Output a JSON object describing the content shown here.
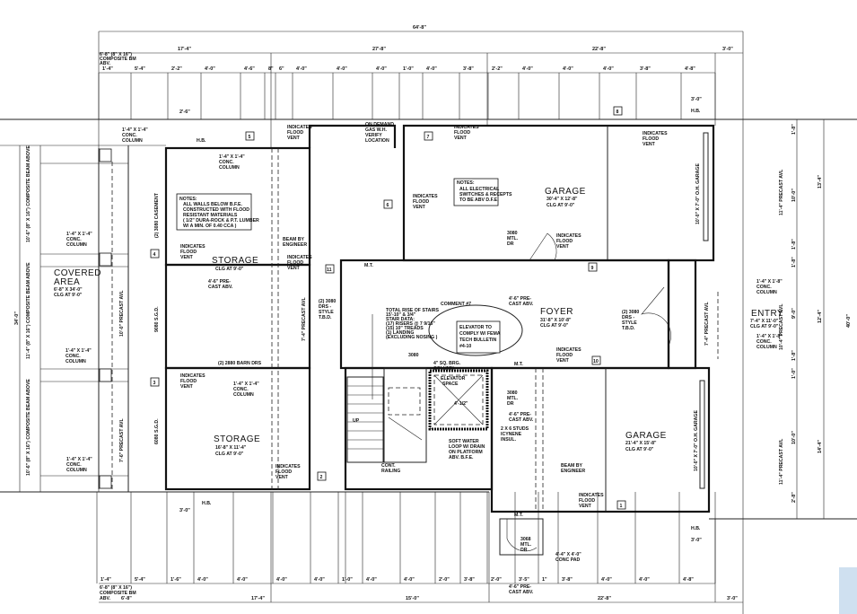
{
  "rooms": {
    "storage_top": {
      "name": "STORAGE",
      "clg": "CLG AT 9'-0\""
    },
    "storage_bottom": {
      "name": "STORAGE",
      "size": "16'-8\" X 11'-4\"",
      "clg": "CLG AT 9'-0\""
    },
    "covered_area": {
      "name1": "COVERED",
      "name2": "AREA",
      "size": "6'-8\" X 34'-0\"",
      "clg": "CLG AT 9'-0\""
    },
    "garage_top": {
      "name": "GARAGE",
      "size": "30'-4\" X 12'-8\"",
      "clg": "CLG AT 9'-0\""
    },
    "garage_bottom": {
      "name": "GARAGE",
      "size": "21'-4\" X 15'-8\"",
      "clg": "CLG AT 9'-0\""
    },
    "foyer": {
      "name": "FOYER",
      "size": "31'-8\" X 10'-8\"",
      "clg": "CLG AT 9'-0\""
    },
    "entry": {
      "name": "ENTRY",
      "size": "7'-4\" X 11'-0\"",
      "clg": "CLG AT 9'-0\""
    }
  },
  "notes": {
    "walls": [
      "NOTES:",
      "ALL WALLS BELOW B.F.E.",
      "CONSTRUCTED WITH FLOOD",
      "RESISTANT MATERIALS",
      "( 1/2\" DURA-ROCK & P.T. LUMBER",
      "W/ A MIN. OF 0.40 CCA )"
    ],
    "electrical": [
      "NOTES:",
      "ALL ELECTRICAL",
      "SWITCHES & RECEPTS",
      "TO BE ABV D.F.E."
    ],
    "comment_label": "COMMENT #7",
    "comment": [
      "ELEVATOR TO",
      "COMPLY W/ FEMA",
      "TECH BULLETIN",
      "#4-10"
    ],
    "stairs": [
      "TOTAL RISE OF STAIRS",
      "15'-10\" & 3/4\"",
      "STAIR DATA:",
      "(17) RISERS @ 7 9/16\"",
      "(15) 10\" TREADS",
      "(1) LANDING",
      "(EXCLUDING NOSING )"
    ],
    "elevator": [
      "ELEVATOR",
      "SPACE"
    ],
    "elevator_size": "4'-1/2\"",
    "soft_water": [
      "SOFT WATER",
      "LOOP W/ DRAIN",
      "ON PLATFORM",
      "ABV. B.F.E."
    ],
    "studs": [
      "2 X 6 STUDS",
      "ICYNENE",
      "INSUL."
    ],
    "gas_wh": [
      "ON DEMAND",
      "GAS W.H.",
      "VERIFY",
      "LOCATION"
    ],
    "cont_railing": [
      "CONT.",
      "RAILING"
    ],
    "beam_engineer": [
      "BEAM BY",
      "ENGINEER"
    ],
    "brg_column": [
      "4\" SQ. BRG.",
      "COLUMN"
    ],
    "conc_pad": [
      "4'-4\" X 4'-0\"",
      "CONC PAD"
    ],
    "flood_vent": [
      "INDICATES",
      "FLOOD",
      "VENT"
    ],
    "column_14": [
      "1'-4\" X 1'-4\"",
      "CONC.",
      "COLUMN"
    ],
    "column_16": [
      "1'-4\" X 1'-8\"",
      "CONC.",
      "COLUMN"
    ],
    "composite_bm": [
      "6'-8\" (8\" X 16\")",
      "COMPOSITE BM",
      "ABV."
    ],
    "precast": [
      "4'-6\" PRE-",
      "CAST ABV."
    ],
    "hb": "H.B.",
    "mt": "M.T.",
    "barn_drs": "(2) 2880 BARN DRS",
    "drs_style": [
      "(2) 3080",
      "DRS -",
      "STYLE",
      "T.B.D."
    ],
    "mtl_dr": [
      "3080",
      "MTL.",
      "DR"
    ],
    "mtl_dr_bottom": [
      "3068",
      "MTL.",
      "DR"
    ],
    "sgd_top": "9080 S.G.D.",
    "sgd_bottom": "6080 S.G.D.",
    "casement": "(2) 3080 CASEMENT",
    "oh_garage": "10'-0\" X 7'-0\" O.H. GARAGE",
    "precast_avl": [
      "10'-0\" PRECAST AVL",
      "7'-6\" PRECAST AVL",
      "11'-4\" PRECAST AVL",
      "10'-4\" PRECAST AVL",
      "7'-4\" PRECAST AVL"
    ],
    "composite_left": [
      "10'-6\" (8\" X 16\") COMPOSITE BEAM ABOVE",
      "11'-4\" (8\" X 16\") COMPOSITE BEAM ABOVE",
      "10'-6\" (8\" X 16\") COMPOSITE BEAM ABOVE"
    ],
    "up": "UP",
    "door_3080": "3080"
  },
  "vent_tags": [
    "1",
    "2",
    "3",
    "4",
    "5",
    "6",
    "7",
    "8",
    "9",
    "10",
    "11"
  ],
  "dimensions": {
    "overall_top": "64'-8\"",
    "top_mid": [
      "17'-4\"",
      "27'-8\"",
      "22'-8\"",
      "3'-0\""
    ],
    "top_detail": [
      "1'-4\"",
      "5'-4\"",
      "2'-2\"",
      "4'-0\"",
      "4'-6\"",
      "8\"",
      "6\"",
      "4'-0\"",
      "4'-0\"",
      "4'-0\"",
      "1'-0\"",
      "4'-0\"",
      "3'-8\"",
      "2'-2\"",
      "4'-0\"",
      "4'-0\"",
      "4'-0\"",
      "3'-8\"",
      "4'-8\""
    ],
    "bottom_detail": [
      "1'-4\"",
      "5'-4\"",
      "1'-6\"",
      "4'-0\"",
      "4'-0\"",
      "4'-0\"",
      "4'-0\"",
      "1'-0\"",
      "4'-0\"",
      "4'-0\"",
      "2'-0\"",
      "3'-8\"",
      "2'-0\"",
      "3'-5\"",
      "1\"",
      "3'-8\"",
      "4'-0\"",
      "4'-0\"",
      "4'-8\""
    ],
    "bottom_mid": [
      "6'-8\"",
      "17'-4\"",
      "15'-0\"",
      "22'-8\"",
      "3'-0\""
    ],
    "left_overall": "34'-0\"",
    "right_overall": "40'-0\"",
    "right_mid": [
      "13'-4\"",
      "12'-4\"",
      "14'-4\""
    ],
    "right_detail": [
      "1'-8\"",
      "10'-0\"",
      "1'-8\"",
      "1'-8\"",
      "9'-0\"",
      "1'-8\"",
      "1'-0\"",
      "10'-0\"",
      "2'-8\""
    ],
    "small": [
      "2'-6\"",
      "3'-0\"",
      "3'-0\"",
      "3'-0\""
    ]
  }
}
